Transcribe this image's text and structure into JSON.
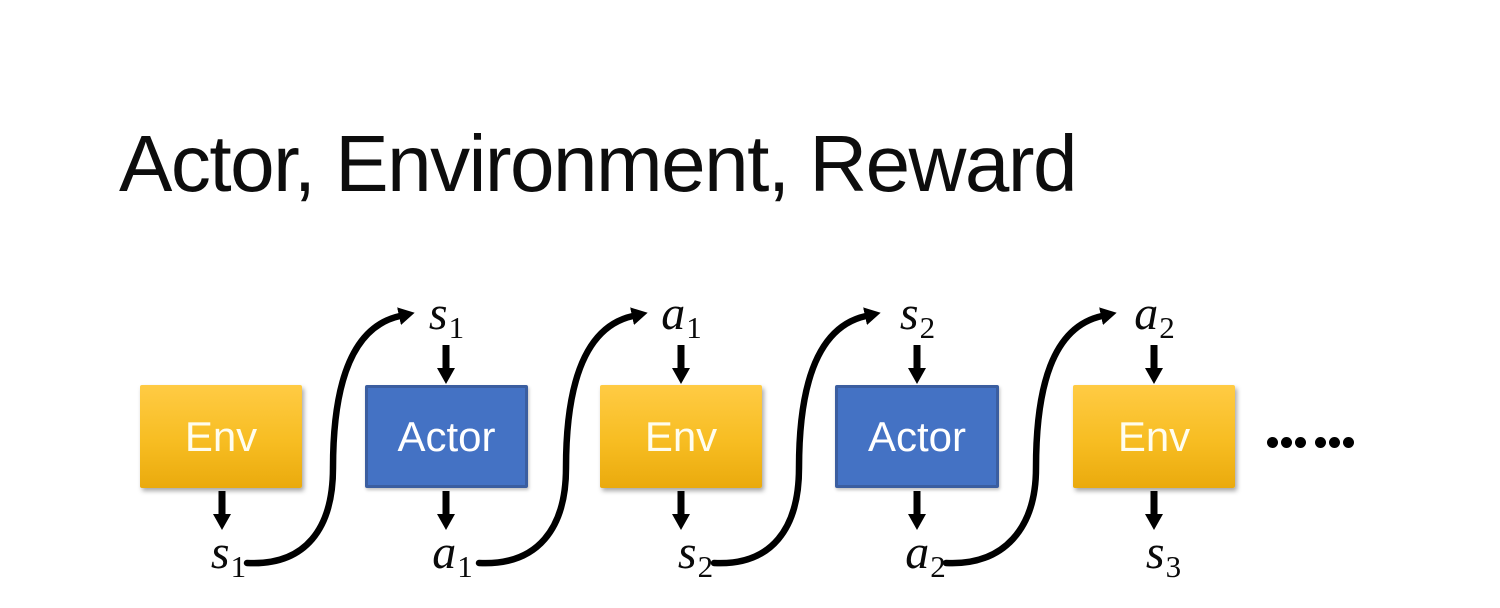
{
  "title": "Actor, Environment, Reward",
  "boxes": [
    {
      "label": "Env"
    },
    {
      "label": "Actor"
    },
    {
      "label": "Env"
    },
    {
      "label": "Actor"
    },
    {
      "label": "Env"
    }
  ],
  "labels": {
    "top": [
      {
        "base": "s",
        "sub": "1"
      },
      {
        "base": "a",
        "sub": "1"
      },
      {
        "base": "s",
        "sub": "2"
      },
      {
        "base": "a",
        "sub": "2"
      }
    ],
    "bottom": [
      {
        "base": "s",
        "sub": "1"
      },
      {
        "base": "a",
        "sub": "1"
      },
      {
        "base": "s",
        "sub": "2"
      },
      {
        "base": "a",
        "sub": "2"
      },
      {
        "base": "s",
        "sub": "3"
      }
    ]
  },
  "continuation": "……",
  "colors": {
    "env_top": "#FFCB44",
    "env_bottom": "#EAAA0D",
    "env_text": "#FFFDEE",
    "actor_fill": "#4472C4",
    "actor_border": "#3B5EA0",
    "actor_text": "#FFFFFF",
    "arrow": "#000000",
    "title_text": "#0D0D0D"
  }
}
